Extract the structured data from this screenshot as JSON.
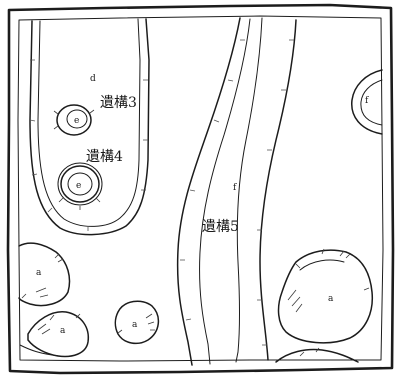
{
  "features": {
    "feature_3": {
      "label": "遺構3"
    },
    "feature_4": {
      "label": "遺構4"
    },
    "feature_5": {
      "label": "遺構5"
    }
  },
  "layers": {
    "d": "d",
    "e1": "e",
    "e2": "e",
    "f_channel": "f",
    "f_right": "f",
    "a1": "a",
    "a2": "a",
    "a3": "a",
    "a4": "a"
  }
}
